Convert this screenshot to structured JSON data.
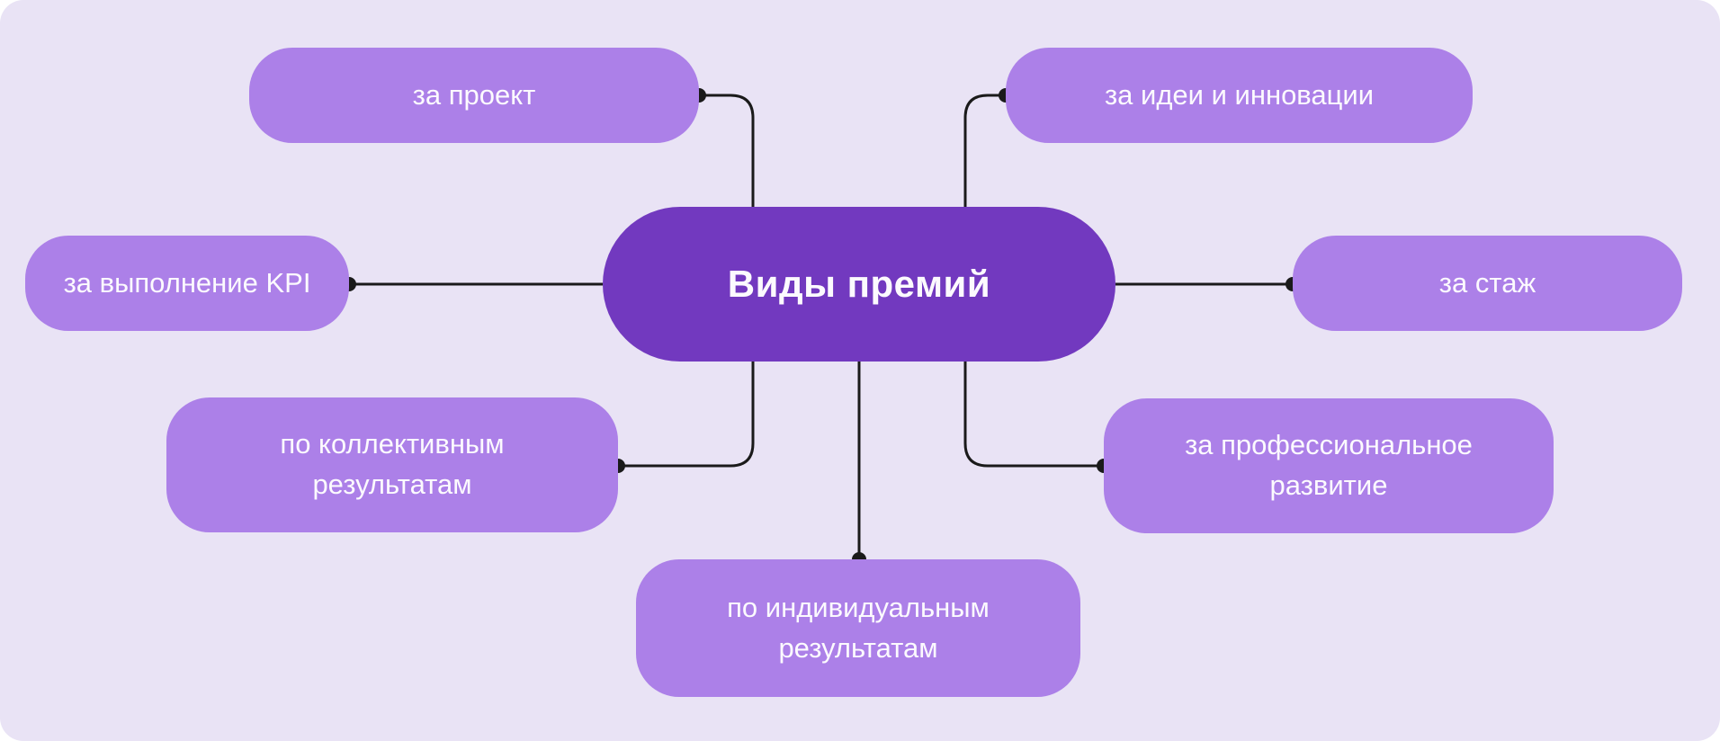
{
  "diagram": {
    "title": "Виды премий",
    "type": "mindmap",
    "colors": {
      "canvas_background": "#E9E3F5",
      "page_background": "#ffffff",
      "central_node": "#7239BF",
      "satellite_node": "#AC80E8",
      "node_text": "#FCFAFE",
      "connector_line": "#1A1A1A",
      "connector_dot": "#1A1A1A"
    }
  },
  "central": {
    "label": "Виды премий"
  },
  "branches": {
    "za_proekt": {
      "label": "за проект",
      "position": "top-left"
    },
    "za_idei": {
      "label": "за идеи и инновации",
      "position": "top-right"
    },
    "za_kpi": {
      "label": "за выполнение KPI",
      "position": "left"
    },
    "za_stazh": {
      "label": "за стаж",
      "position": "right"
    },
    "po_kollektivnym": {
      "label": "по коллективным результатам",
      "position": "bottom-left"
    },
    "za_prof": {
      "label": "за профессиональное развитие",
      "position": "bottom-right"
    },
    "po_individualnym": {
      "label": "по индивидуальным результатам",
      "position": "bottom-center"
    }
  }
}
